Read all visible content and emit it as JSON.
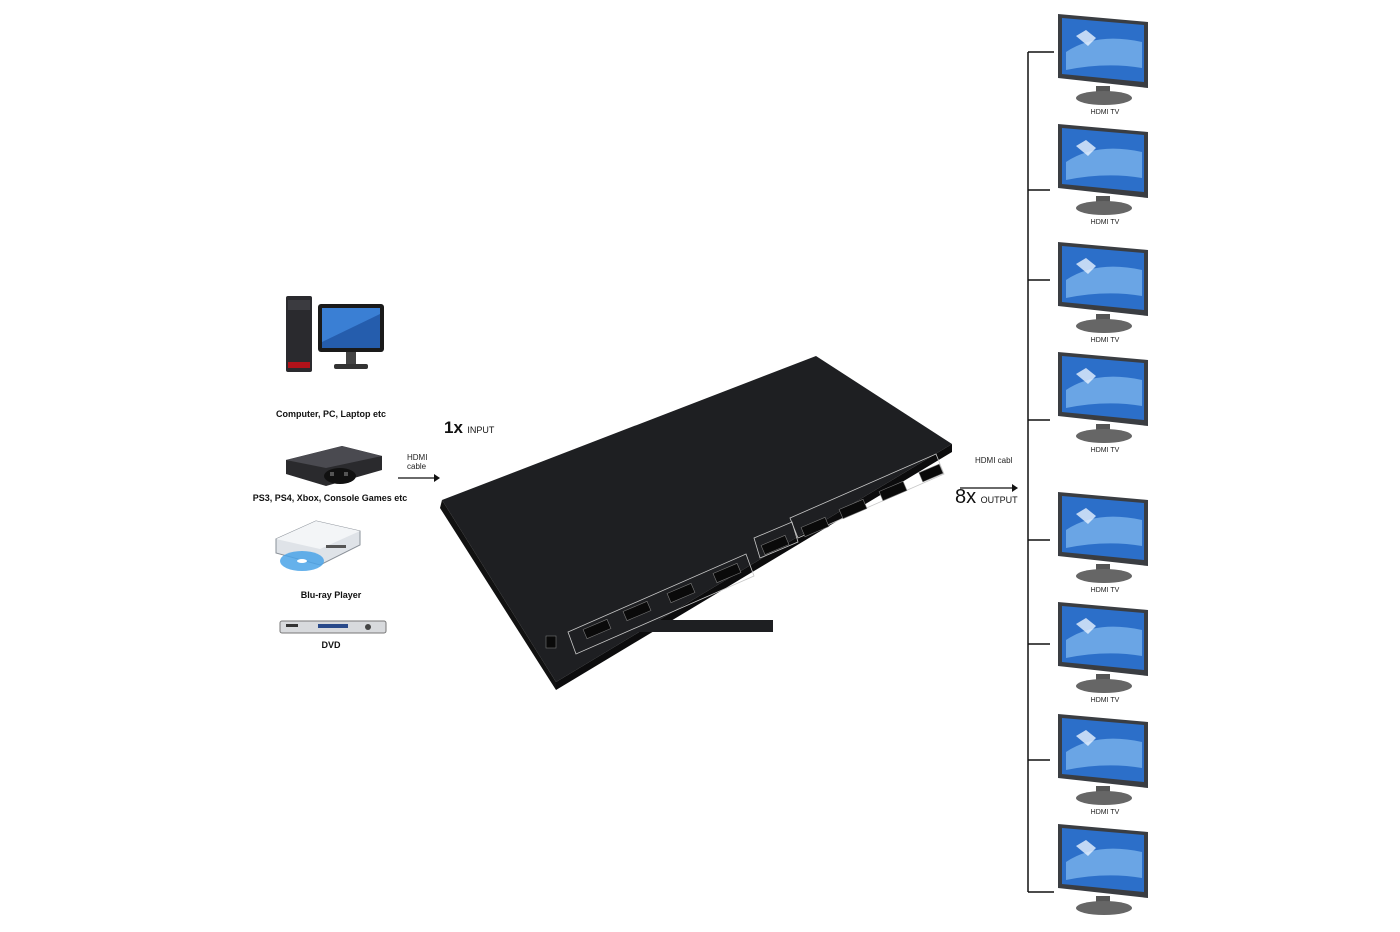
{
  "sources": [
    {
      "label": "Computer, PC, Laptop etc",
      "icon": "computer-icon"
    },
    {
      "label": "PS3, PS4, Xbox, Console Games etc",
      "icon": "game-console-icon"
    },
    {
      "label": "Blu-ray Player",
      "icon": "bluray-player-icon"
    },
    {
      "label": "DVD",
      "icon": "dvd-player-icon"
    }
  ],
  "input": {
    "count": "1x",
    "label": "INPUT",
    "cable_line1": "HDMI",
    "cable_line2": "cable"
  },
  "output": {
    "count": "8x",
    "label": "OUTPUT",
    "cable": "HDMI cabl"
  },
  "tvs": [
    {
      "label": "HDMI TV"
    },
    {
      "label": "HDMI TV"
    },
    {
      "label": "HDMI TV"
    },
    {
      "label": "HDMI TV"
    },
    {
      "label": "HDMI TV"
    },
    {
      "label": "HDMI TV"
    },
    {
      "label": "HDMI TV"
    },
    {
      "label": ""
    }
  ],
  "colors": {
    "device": "#1b1c1e",
    "screen": "#2c6fc9",
    "line": "#111111"
  }
}
